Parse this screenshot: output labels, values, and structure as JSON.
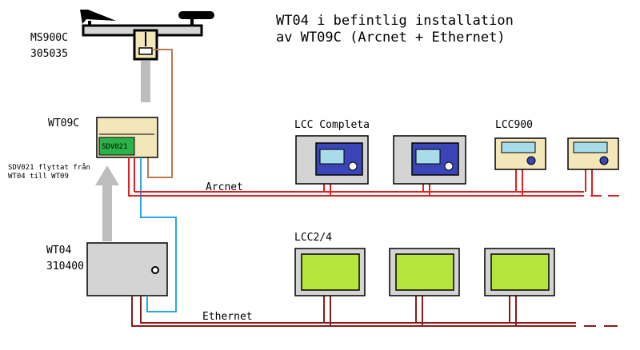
{
  "title": {
    "line1": "WT04 i befintlig installation",
    "line2": "av WT09C (Arcnet + Ethernet)"
  },
  "devices": {
    "ms900c": {
      "name": "MS900C",
      "code": "305035"
    },
    "wt09c": {
      "name": "WT09C",
      "module": "SDV021"
    },
    "wt04": {
      "name": "WT04",
      "code": "310400"
    }
  },
  "move_note": {
    "line1": "SDV021 flyttat från",
    "line2": "WT04 till WT09"
  },
  "groups": {
    "lcc_completa": "LCC Completa",
    "lcc900": "LCC900",
    "lcc24": "LCC2/4"
  },
  "buses": {
    "arcnet": "Arcnet",
    "ethernet": "Ethernet"
  },
  "colors": {
    "arcnet": "#e02020",
    "ethernet": "#8b1a1a",
    "cable_blue": "#2aa7e0",
    "cable_brown": "#c07a4a",
    "device_beige": "#f3e6b8",
    "panel_gray": "#d4d4d4",
    "screen_green": "#b6e63c",
    "screen_cyan": "#a9dcea",
    "panel_blue": "#3a45b8",
    "module_green": "#2bb34a",
    "arrow_gray": "#bdbdbd"
  }
}
